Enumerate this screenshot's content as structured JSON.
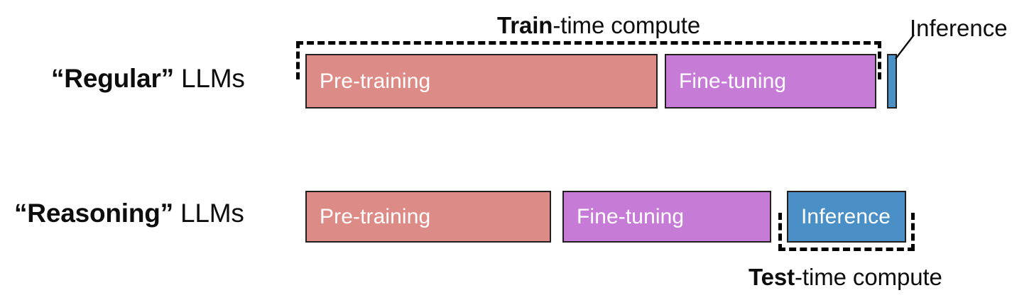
{
  "diagram": {
    "title_concept": "Train-time vs Test-time compute in LLMs",
    "rows": [
      {
        "id": "regular",
        "label_quoted": "“Regular”",
        "label_rest": " LLMs",
        "bars": [
          {
            "name": "pre-training",
            "label": "Pre-training",
            "color": "#dd8b87"
          },
          {
            "name": "fine-tuning",
            "label": "Fine-tuning",
            "color": "#c67cd6"
          },
          {
            "name": "inference",
            "label": "",
            "color": "#4a90c7"
          }
        ],
        "bracket": {
          "caption_strong": "Train",
          "caption_plain": "-time compute",
          "covers": "pre-training + fine-tuning"
        },
        "callout": {
          "label": "Inference",
          "points_to": "inference"
        }
      },
      {
        "id": "reasoning",
        "label_quoted": "“Reasoning”",
        "label_rest": " LLMs",
        "bars": [
          {
            "name": "pre-training",
            "label": "Pre-training",
            "color": "#dd8b87"
          },
          {
            "name": "fine-tuning",
            "label": "Fine-tuning",
            "color": "#c67cd6"
          },
          {
            "name": "inference",
            "label": "Inference",
            "color": "#4a90c7"
          }
        ],
        "bracket": {
          "caption_strong": "Test",
          "caption_plain": "-time compute",
          "covers": "inference"
        }
      }
    ],
    "colors": {
      "pre_training": "#dd8b87",
      "fine_tuning": "#c67cd6",
      "inference": "#4a90c7",
      "outline": "#231f20",
      "dashed_bracket": "#000000",
      "bar_text": "#ffffff",
      "background": "#ffffff",
      "body_text": "#0d0d0d"
    }
  }
}
